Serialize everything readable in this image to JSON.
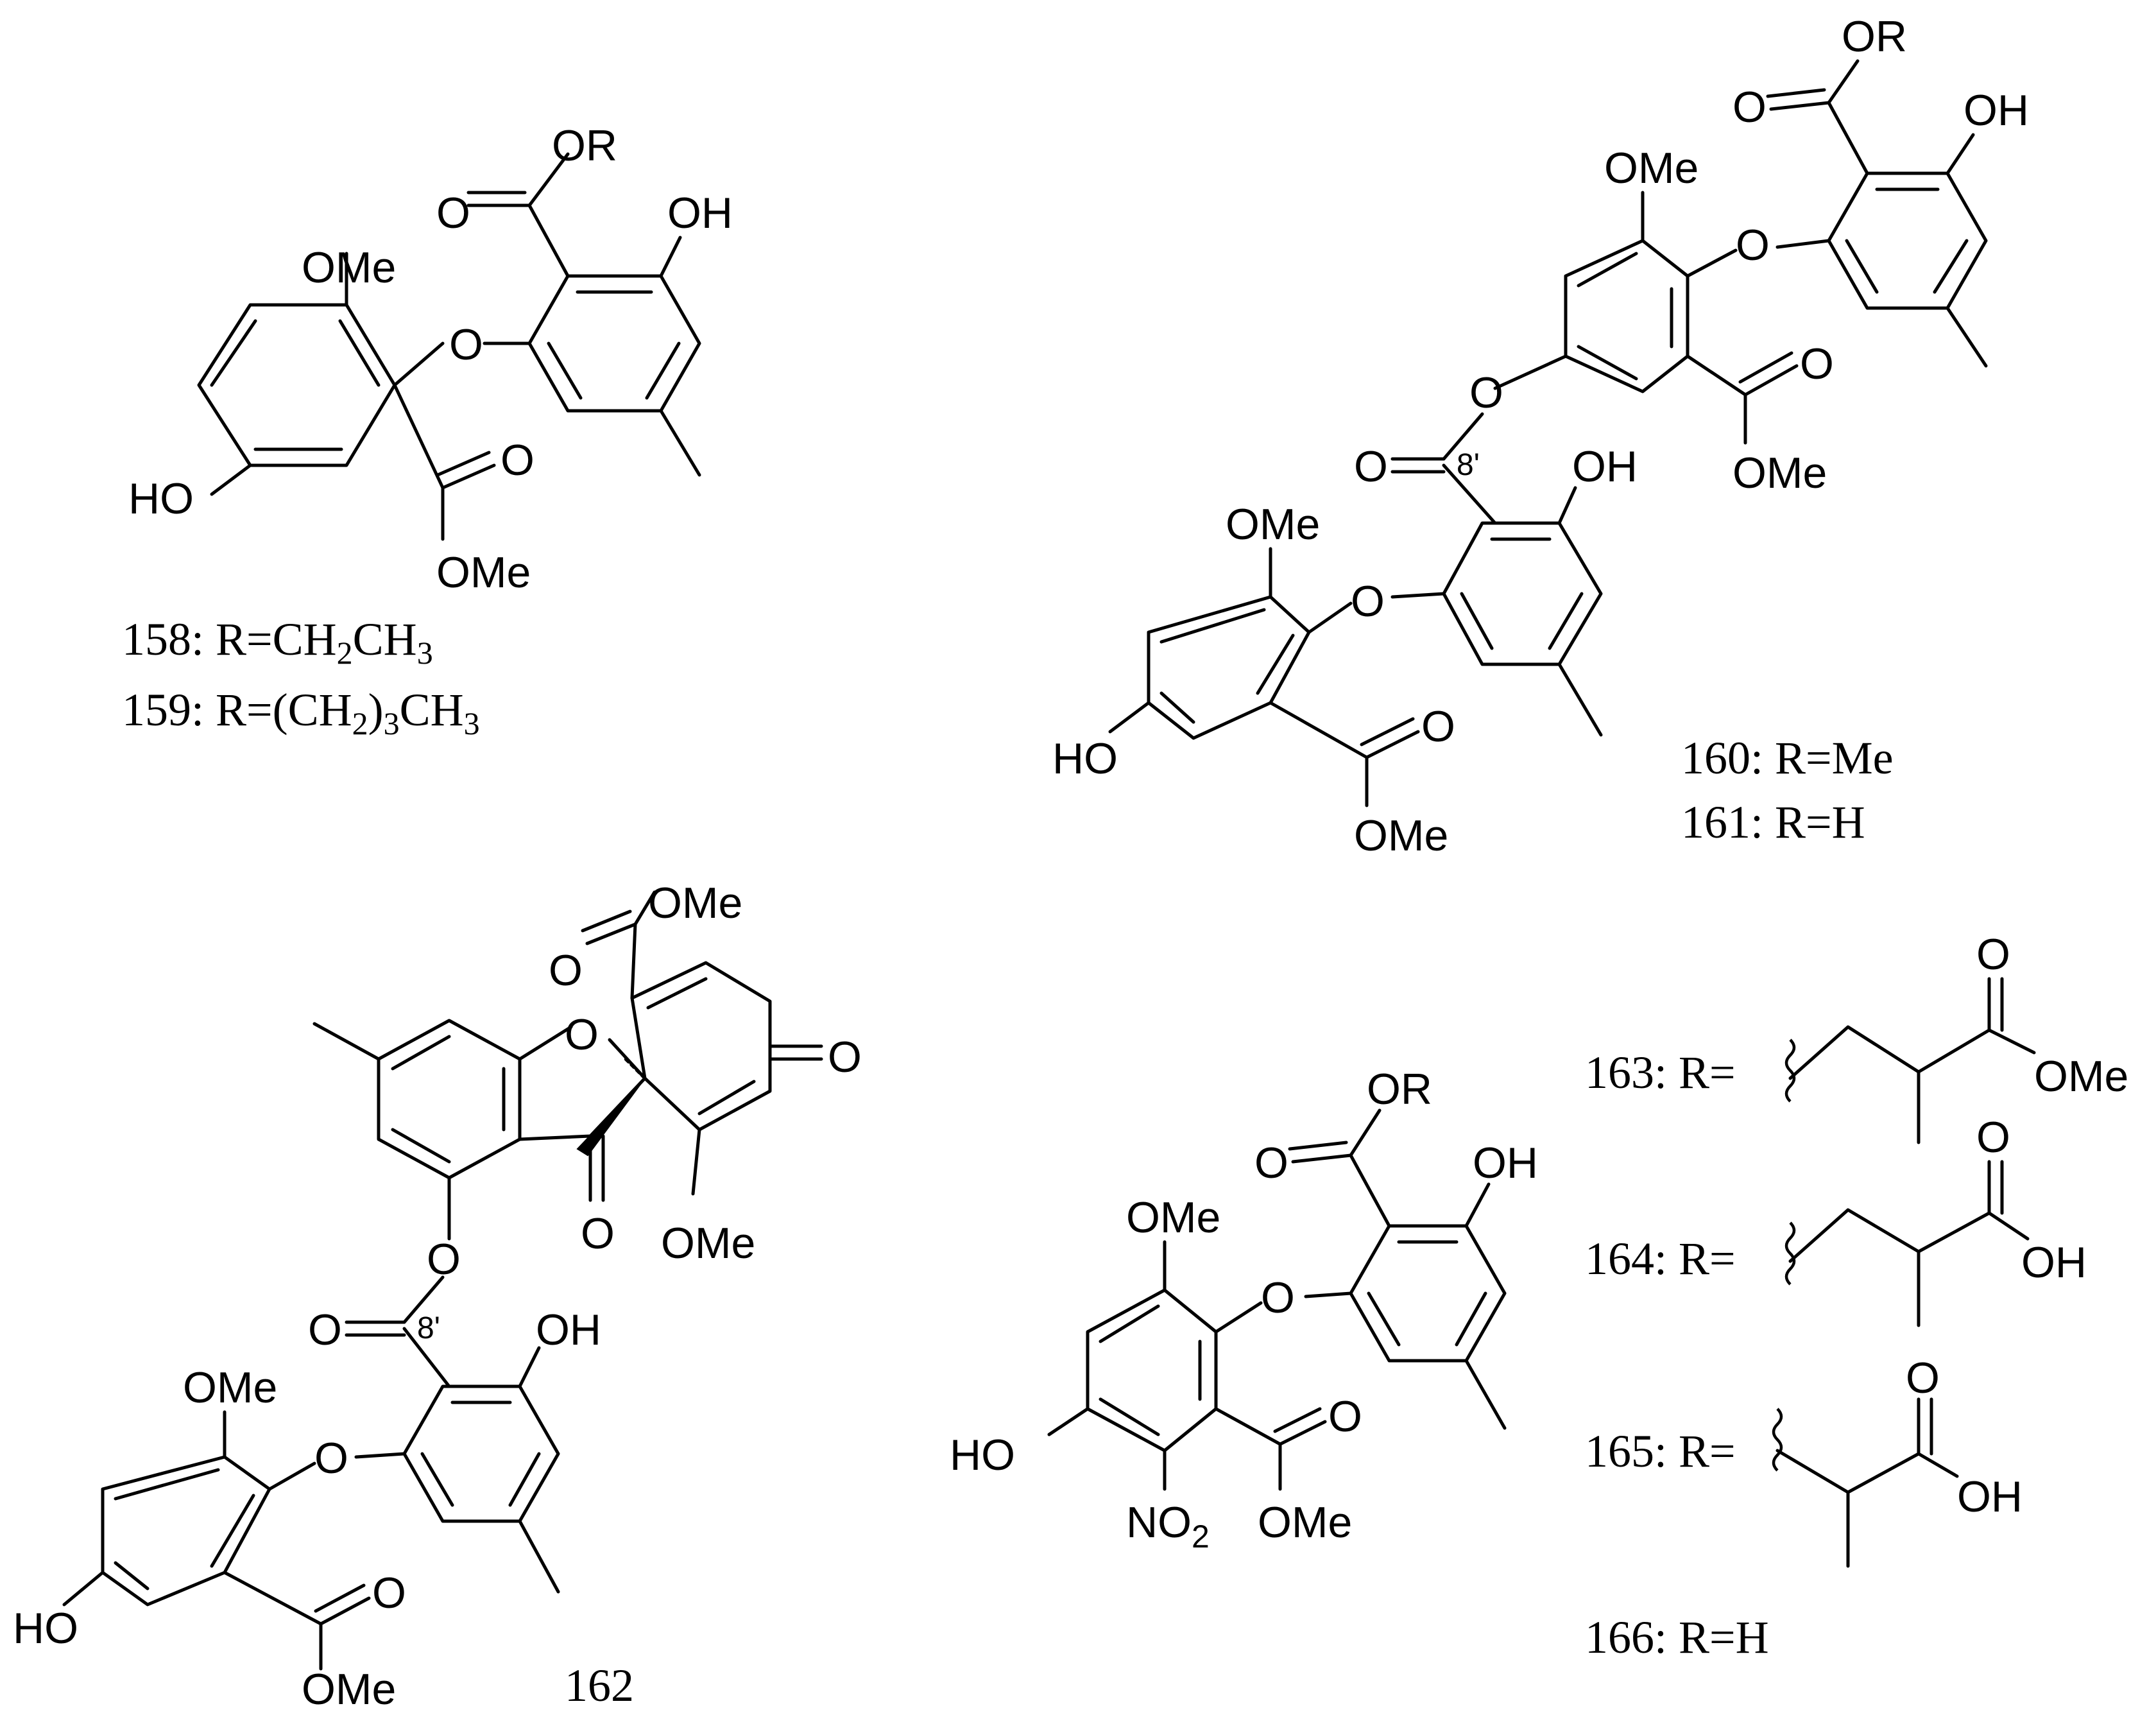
{
  "atoms": {
    "or": "OR",
    "oh": "OH",
    "ho": "HO",
    "o": "O",
    "ome": "OMe",
    "no2_n": "NO",
    "no2_sub": "2",
    "loc_8p": "8'"
  },
  "captions": {
    "c158": {
      "prefix": "158: R=CH",
      "s1": "2",
      "mid": "CH",
      "s2": "3"
    },
    "c159": {
      "prefix": "159: R=(CH",
      "s1": "2",
      "mid": ")",
      "s2": "3",
      "mid2": "CH",
      "s3": "3"
    },
    "c160": "160: R=Me",
    "c161": "161: R=H",
    "c162": "162",
    "c163": "163: R=",
    "c164": "164: R=",
    "c165": "165: R=",
    "c166": "166: R=H"
  }
}
